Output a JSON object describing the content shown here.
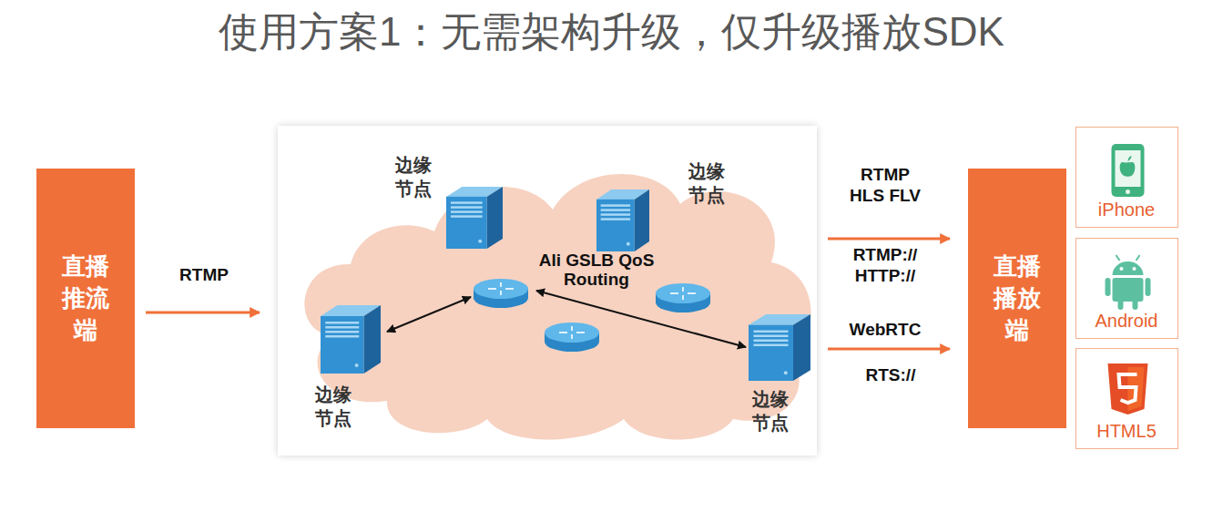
{
  "diagram": {
    "title": "使用方案1：无需架构升级，仅升级播放SDK",
    "nodes": [
      {
        "text": [
          "直播推流端"
        ]
      },
      {
        "text": [
          "Ali GSLB QoS Routing"
        ]
      },
      {
        "text": [
          "边缘节点"
        ],
        "in": 1
      },
      {
        "text": [
          "边缘节点"
        ],
        "in": 1
      },
      {
        "text": [
          "边缘节点"
        ],
        "in": 1
      },
      {
        "text": [
          "边缘节点"
        ],
        "in": 1
      },
      {
        "text": [
          "直播播放端"
        ]
      },
      {
        "text": [
          "iPhone"
        ]
      },
      {
        "text": [
          "Android"
        ]
      },
      {
        "text": [
          "HTML5"
        ]
      }
    ],
    "edges": [
      {
        "from": 0,
        "to": 1,
        "arrow": "to",
        "label": "RTMP"
      },
      {
        "from": 1,
        "to": 6,
        "arrow": "to",
        "label": "RTMP HLS FLV"
      },
      {
        "from": 1,
        "to": 6,
        "arrow": "to",
        "label": "WebRTC"
      }
    ],
    "labels": [
      "RTMP:// HTTP://",
      "RTS://"
    ]
  }
}
